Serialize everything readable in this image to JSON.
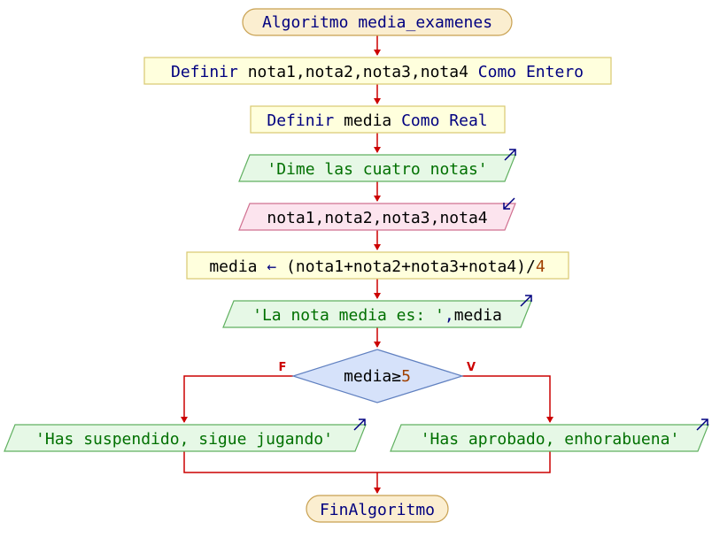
{
  "diagram": {
    "start": "Algoritmo media_examenes",
    "define1": {
      "kw1": "Definir",
      "vars": "nota1,nota2,nota3,nota4",
      "kw2": "Como Entero"
    },
    "define2": {
      "kw1": "Definir",
      "vars": "media",
      "kw2": "Como Real"
    },
    "output1": "'Dime las cuatro notas'",
    "input1": "nota1,nota2,nota3,nota4",
    "assign": {
      "target": "media",
      "op": "←",
      "expr": "(nota1+nota2+nota3+nota4)/",
      "num": "4"
    },
    "output2": {
      "str": "'La nota media es: '",
      "sep": ",",
      "var": "media"
    },
    "decision": {
      "var": "media≥",
      "num": "5"
    },
    "false_label": "F",
    "true_label": "V",
    "output_false": "'Has suspendido, sigue jugando'",
    "output_true": "'Has aprobado, enhorabuena'",
    "end": "FinAlgoritmo"
  },
  "colors": {
    "terminal_fill": "#fbeed0",
    "terminal_stroke": "#c8a050",
    "process_fill": "#ffffdd",
    "process_stroke": "#d8c870",
    "output_fill": "#e6f8e6",
    "output_stroke": "#60b060",
    "input_fill": "#fce4ee",
    "input_stroke": "#d07090",
    "decision_fill": "#d6e2fa",
    "decision_stroke": "#6080c0",
    "connector": "#cc0000"
  }
}
